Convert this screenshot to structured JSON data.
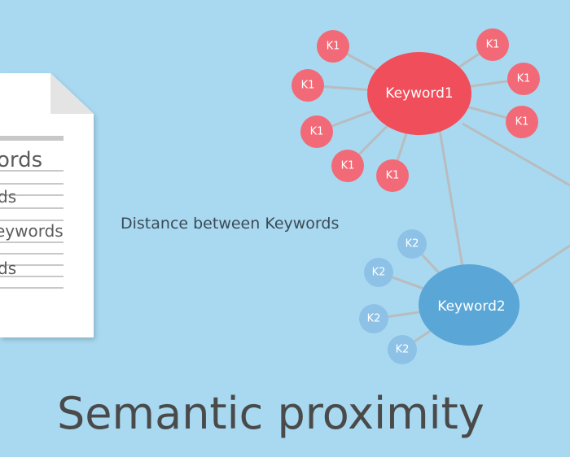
{
  "document": {
    "lines": [
      "ords",
      "ds",
      "eywords",
      "ds"
    ]
  },
  "hub1": {
    "label": "Keyword1",
    "color": "#f04e5a"
  },
  "hub2": {
    "label": "Keyword2",
    "color": "#5aa6d6"
  },
  "k1": {
    "label": "K1",
    "color": "#f26a77"
  },
  "k2": {
    "label": "K2",
    "color": "#8dc2e6"
  },
  "distance_label": "Distance between Keywords",
  "title": "Semantic proximity"
}
